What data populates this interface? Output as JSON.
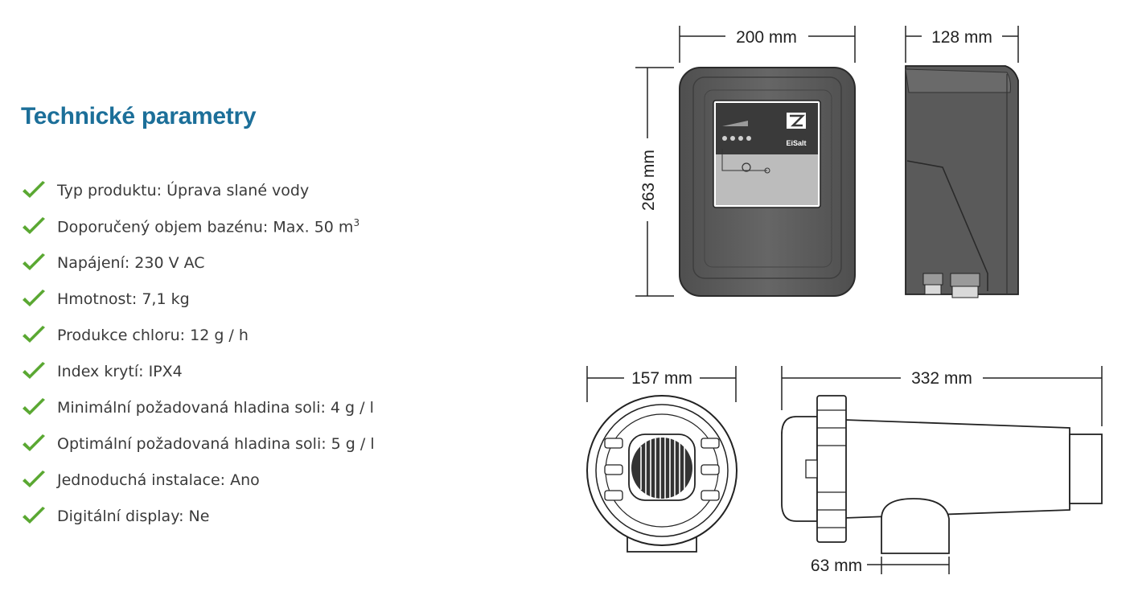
{
  "title": "Technické parametry",
  "specs": [
    {
      "text": "Typ produktu: Úprava slané vody"
    },
    {
      "text": "Doporučený objem bazénu: Max. 50 m",
      "sup": "3"
    },
    {
      "text": "Napájení: 230 V AC"
    },
    {
      "text": "Hmotnost: 7,1 kg"
    },
    {
      "text": "Produkce chloru: 12 g / h"
    },
    {
      "text": "Index krytí: IPX4"
    },
    {
      "text": "Minimální požadovaná hladina soli: 4 g / l"
    },
    {
      "text": "Optimální požadovaná hladina soli: 5 g / l"
    },
    {
      "text": "Jednoduchá instalace: Ano"
    },
    {
      "text": "Digitální display: Ne"
    }
  ],
  "dimensions": {
    "front_width": "200 mm",
    "side_depth": "128 mm",
    "height": "263 mm",
    "cell_diameter": "157 mm",
    "cell_length": "332 mm",
    "cell_outlet": "63 mm"
  },
  "device": {
    "brand_label": "EiSalt"
  },
  "colors": {
    "title": "#1c6f99",
    "check": "#5aa832",
    "device_body": "#5e5e5e",
    "panel_dark": "#3a3a3a",
    "panel_light": "#bcbcbc"
  }
}
